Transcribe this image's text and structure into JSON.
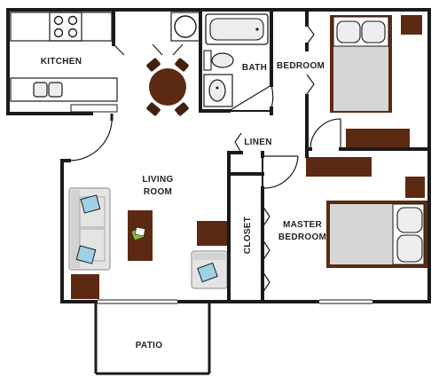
{
  "rooms": {
    "kitchen": "KITCHEN",
    "bath": "BATH",
    "bedroom": "BEDROOM",
    "living_room": [
      "LIVING",
      "ROOM"
    ],
    "linen": "LINEN",
    "closet": "CLOSET",
    "master_bedroom": [
      "MASTER",
      "BEDROOM"
    ],
    "patio": "PATIO"
  },
  "colors": {
    "wall": "#1a1a1a",
    "floor": "#ffffff",
    "wood": "#5c2a12",
    "wood_dark": "#43200e",
    "sofa": "#e4e4e4",
    "sofa_edge": "#9a9a9a",
    "pillow": "#9fd1e6",
    "bed": "#d6d6d6",
    "bed_pillow": "#eeeeee",
    "fixture": "#ededed"
  },
  "icons": [
    "stove-icon",
    "sink-icon",
    "dining-table-icon",
    "bathtub-icon",
    "toilet-icon",
    "bathroom-sink-icon",
    "bed-icon",
    "sofa-icon",
    "armchair-icon",
    "coffee-table-icon",
    "dresser-icon",
    "nightstand-icon",
    "end-table-icon",
    "washer-icon"
  ]
}
